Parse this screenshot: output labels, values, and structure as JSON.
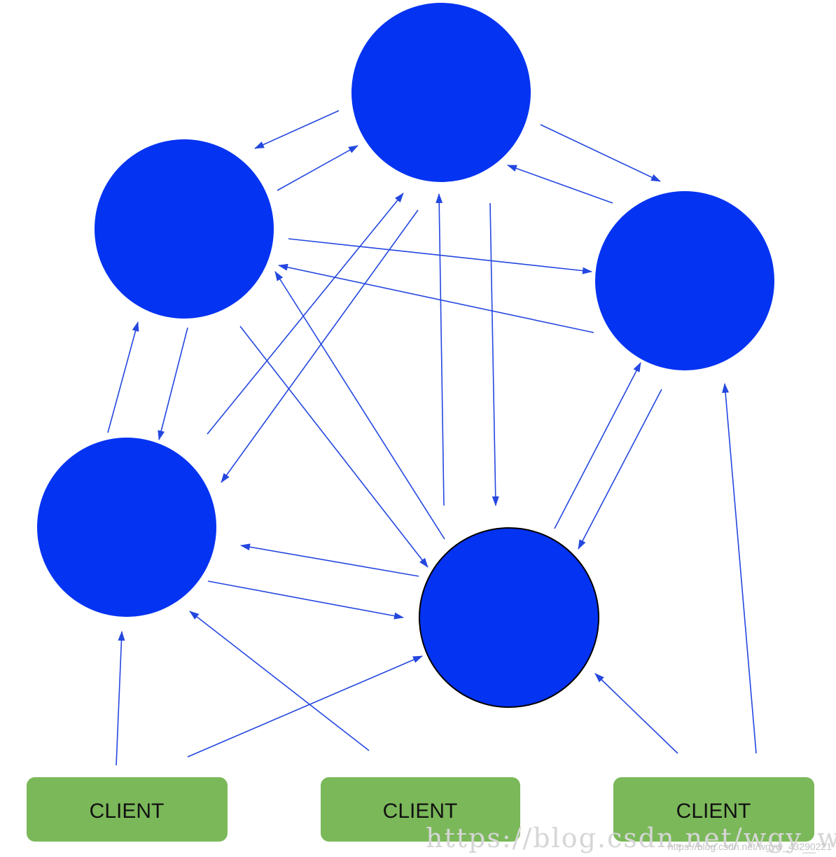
{
  "colors": {
    "node_fill": "#0433f2",
    "node_outline": "#000000",
    "edge": "#2447e0",
    "client_fill": "#7bb85a",
    "client_text": "#111111",
    "background": "#ffffff"
  },
  "nodes": [
    {
      "id": "node-top",
      "outlined": false
    },
    {
      "id": "node-left",
      "outlined": false
    },
    {
      "id": "node-right",
      "outlined": false
    },
    {
      "id": "node-bottom-left",
      "outlined": false
    },
    {
      "id": "node-center",
      "outlined": true
    }
  ],
  "clients": [
    {
      "id": "client-1",
      "label": "CLIENT"
    },
    {
      "id": "client-2",
      "label": "CLIENT"
    },
    {
      "id": "client-3",
      "label": "CLIENT"
    }
  ],
  "edges": [
    {
      "from": "node-top",
      "to": "node-left"
    },
    {
      "from": "node-left",
      "to": "node-top"
    },
    {
      "from": "node-top",
      "to": "node-right"
    },
    {
      "from": "node-right",
      "to": "node-top"
    },
    {
      "from": "node-left",
      "to": "node-right"
    },
    {
      "from": "node-right",
      "to": "node-left"
    },
    {
      "from": "node-left",
      "to": "node-bottom-left"
    },
    {
      "from": "node-bottom-left",
      "to": "node-left"
    },
    {
      "from": "node-bottom-left",
      "to": "node-top"
    },
    {
      "from": "node-top",
      "to": "node-bottom-left"
    },
    {
      "from": "node-left",
      "to": "node-center"
    },
    {
      "from": "node-center",
      "to": "node-left"
    },
    {
      "from": "node-center",
      "to": "node-top"
    },
    {
      "from": "node-top",
      "to": "node-center"
    },
    {
      "from": "node-center",
      "to": "node-right"
    },
    {
      "from": "node-right",
      "to": "node-center"
    },
    {
      "from": "node-center",
      "to": "node-bottom-left"
    },
    {
      "from": "node-bottom-left",
      "to": "node-center"
    },
    {
      "from": "client-1",
      "to": "node-bottom-left"
    },
    {
      "from": "client-1",
      "to": "node-center"
    },
    {
      "from": "client-2",
      "to": "node-bottom-left"
    },
    {
      "from": "client-3",
      "to": "node-center"
    },
    {
      "from": "client-3",
      "to": "node-right"
    }
  ],
  "watermark": {
    "main": "https://blog.csdn.net/wgy_w",
    "small": "https://blog.csdn.net/wgyw_43290221"
  }
}
